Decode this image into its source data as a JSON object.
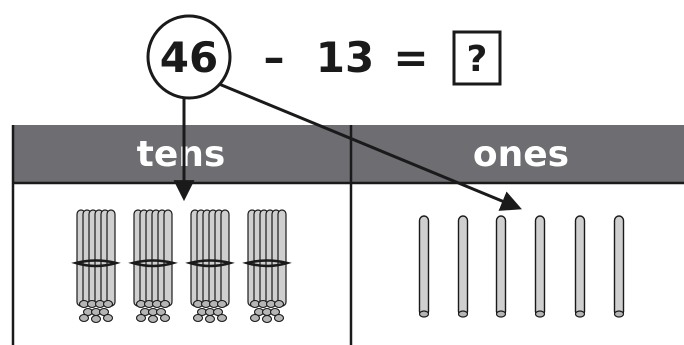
{
  "equation": {
    "minuend": "46",
    "minus_sign": "–",
    "subtrahend": "13",
    "equals_sign": "=",
    "answer_placeholder": "?"
  },
  "place_value_chart": {
    "columns": [
      {
        "header": "tens",
        "bundle_count": 4,
        "rods_per_bundle": 10
      },
      {
        "header": "ones",
        "rod_count": 6
      }
    ]
  },
  "colors": {
    "header_fill": "#6d6d72",
    "header_text": "#ffffff",
    "rod_fill": "#cfcfcf",
    "outline": "#1a1a1a"
  }
}
